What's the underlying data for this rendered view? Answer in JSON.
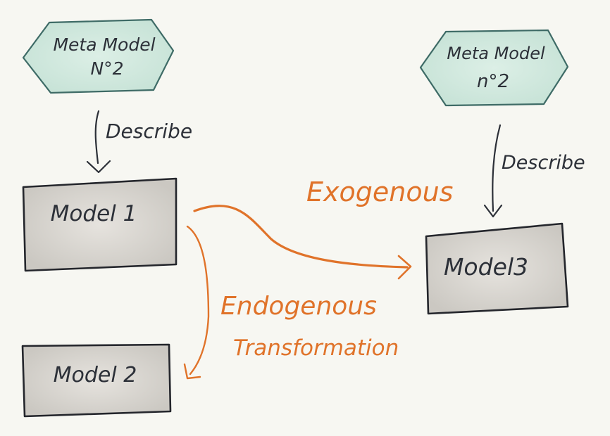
{
  "meta_model_left": {
    "line1": "Meta Model",
    "line2": "N°2"
  },
  "meta_model_right": {
    "line1": "Meta Model",
    "line2": "n°2"
  },
  "describe_left": "Describe",
  "describe_right": "Describe",
  "model1": "Model 1",
  "model2": "Model 2",
  "model3": "Model3",
  "exogenous": "Exogenous",
  "endogenous": {
    "line1": "Endogenous",
    "line2": "Transformation"
  },
  "colors": {
    "hexagon_fill": "#cfe6dc",
    "hexagon_stroke": "#3e6b66",
    "box_fill": "#d3d0cb",
    "box_stroke": "#24262c",
    "ink": "#2c3038",
    "orange": "#e0732a"
  }
}
